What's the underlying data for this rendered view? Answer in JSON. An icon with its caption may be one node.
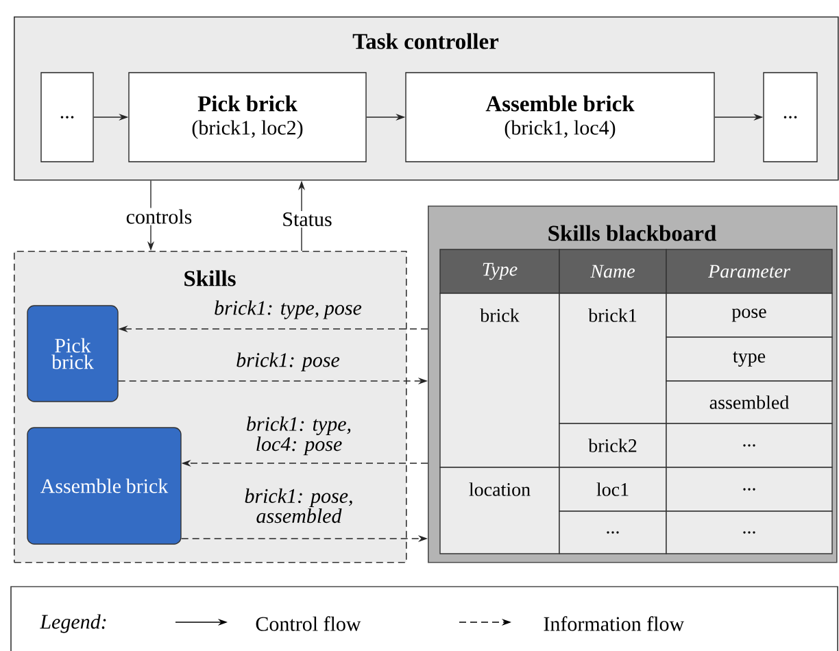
{
  "diagram": {
    "nodes": [
      {
        "text": [
          "Task controller"
        ]
      },
      {
        "text": [
          "..."
        ],
        "in": 0
      },
      {
        "text": [
          "Pick brick",
          "(brick1, loc2)"
        ],
        "in": 0
      },
      {
        "text": [
          "Assemble brick",
          "(brick1, loc4)"
        ],
        "in": 0
      },
      {
        "text": [
          "..."
        ],
        "in": 0
      },
      {
        "text": [
          "Skills"
        ]
      },
      {
        "text": [
          "Pick brick"
        ],
        "in": 5
      },
      {
        "text": [
          "Assemble brick"
        ],
        "in": 5
      },
      {
        "text": [
          "Skills blackboard"
        ]
      }
    ],
    "edges": [
      {
        "from": 1,
        "to": 2,
        "arrow": "to"
      },
      {
        "from": 2,
        "to": 3,
        "arrow": "to"
      },
      {
        "from": 3,
        "to": 4,
        "arrow": "to"
      },
      {
        "from": 0,
        "to": 5,
        "arrow": "to",
        "label": "controls"
      },
      {
        "from": 5,
        "to": 0,
        "arrow": "to",
        "label": "Status"
      },
      {
        "from": 8,
        "to": 6,
        "arrow": "to",
        "label": "brick1: type, pose",
        "style": "dashed"
      },
      {
        "from": 6,
        "to": 8,
        "arrow": "to",
        "label": "brick1: pose",
        "style": "dashed"
      },
      {
        "from": 8,
        "to": 7,
        "arrow": "to",
        "label": "brick1: type, loc4: pose",
        "style": "dashed"
      },
      {
        "from": 7,
        "to": 8,
        "arrow": "to",
        "label": "brick1: pose, assembled",
        "style": "dashed"
      }
    ],
    "labels": [
      "Type",
      "Name",
      "Parameter",
      "brick",
      "brick1",
      "pose",
      "type",
      "assembled",
      "brick2",
      "...",
      "location",
      "loc1",
      "...",
      "...",
      "...",
      "Legend:"
    ],
    "legend": [
      {
        "text": "Control flow"
      },
      {
        "text": "Information flow"
      }
    ]
  }
}
